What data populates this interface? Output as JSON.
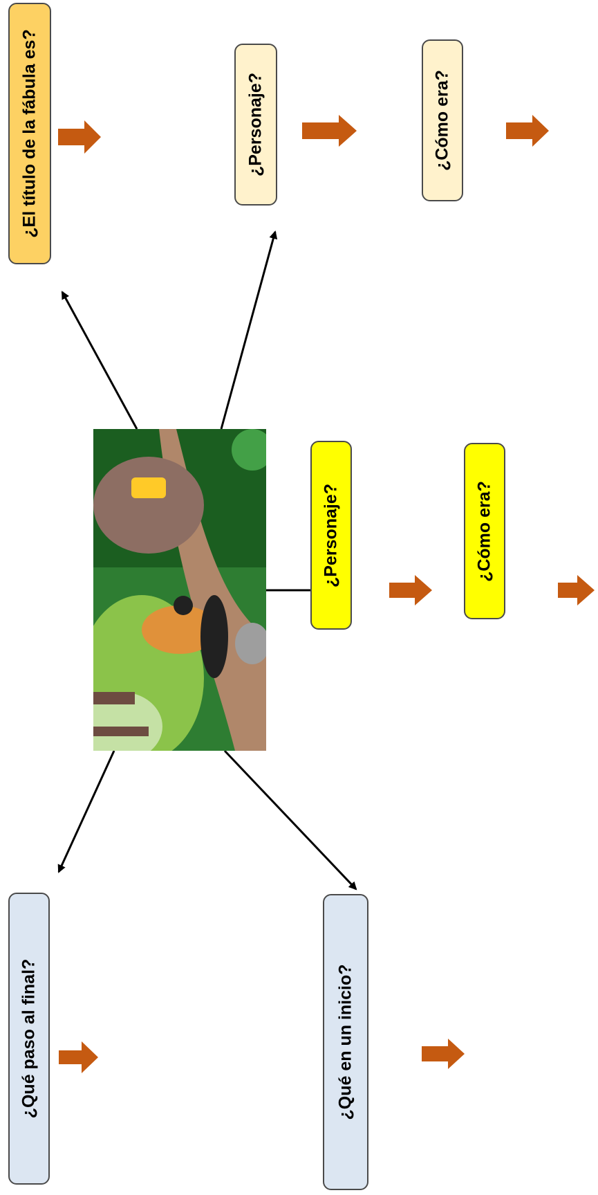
{
  "colors": {
    "title_box": "#fdd163",
    "character_box_1": "#fff2cc",
    "character_box_2": "#ffff00",
    "question_box": "#dce6f2",
    "connector_line": "#000000",
    "block_arrow": "#c55a11",
    "box_border": "#4a4a4a"
  },
  "boxes": {
    "title_question": "¿El título de la fábula es?",
    "character_1": "¿Personaje?",
    "description_1": "¿Cómo era?",
    "character_2": "¿Personaje?",
    "description_2": "¿Cómo era?",
    "ending_question": "¿Qué paso al final?",
    "beginning_question": "¿Qué en un inicio?"
  },
  "image": {
    "depiction": "illustration-scene",
    "icon": "scene-illustration-icon"
  }
}
